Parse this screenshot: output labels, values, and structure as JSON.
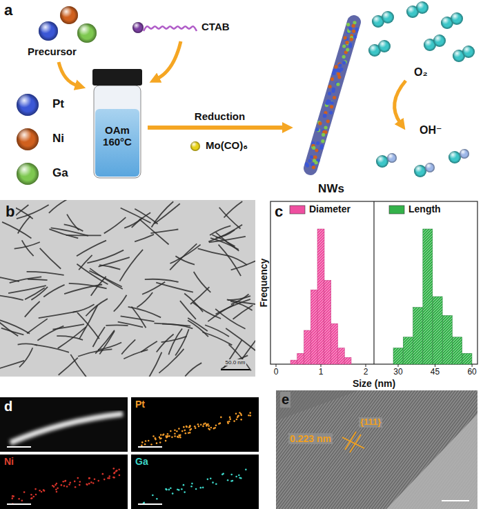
{
  "diagram": {
    "nodes": [
      {
        "text": [
          "OAm 160°C"
        ]
      },
      {
        "text": [
          "NWs"
        ]
      }
    ],
    "edges": [
      {
        "from": 0,
        "to": 1,
        "arrow": "to",
        "label": "Reduction"
      }
    ],
    "labels": [
      "a",
      "Precursor",
      "CTAB",
      "Mo(CO)₆",
      "O₂",
      "OH⁻",
      "b",
      "50.0 nm",
      "c",
      "Frequency",
      "Size (nm)",
      "0",
      "1",
      "2",
      "30",
      "45",
      "60",
      "d",
      "Pt",
      "Ni",
      "Ga",
      "e",
      "0.223 nm",
      "{111}"
    ],
    "legend": [
      {
        "text": "Pt",
        "color": "#3b57d6"
      },
      {
        "text": "Ni",
        "color": "#d0601e"
      },
      {
        "text": "Ga",
        "color": "#7ec850"
      },
      {
        "text": "Diameter",
        "color": "#ef4fa0"
      },
      {
        "text": "Length",
        "color": "#34b24a"
      }
    ]
  }
}
